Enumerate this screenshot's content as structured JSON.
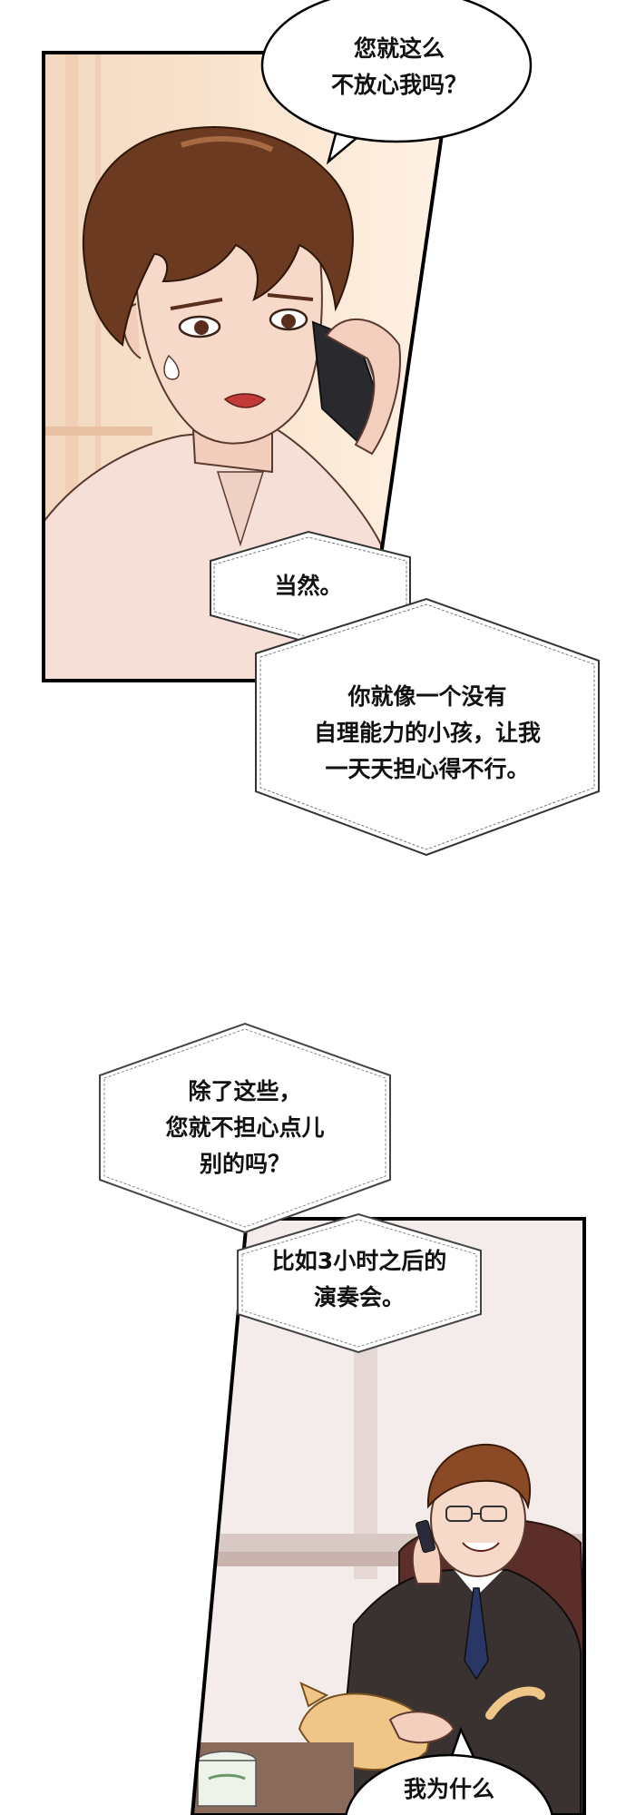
{
  "panel_1": {
    "bubble_speech": [
      "您就这么",
      "不放心我吗？"
    ],
    "bubble_hex_a": [
      "当然。"
    ],
    "bubble_hex_b": [
      "你就像一个没有",
      "自理能力的小孩，让我",
      "一天天担心得不行。"
    ]
  },
  "panel_2": {
    "bubble_hex_c": [
      "除了这些，",
      "您就不担心点儿",
      "别的吗？"
    ],
    "bubble_hex_d": [
      "比如3小时之后的",
      "演奏会。"
    ],
    "bubble_speech_bottom": [
      "我为什么"
    ]
  },
  "colors": {
    "panel_border": "#000000",
    "skin": "#f7d9c9",
    "hair": "#6b3a20",
    "shirt": "#f6dfd6",
    "office_wall": "#e8dfdb",
    "suit": "#3a3131",
    "cat": "#efc688"
  },
  "icons": {
    "phone": "smartphone-icon"
  }
}
